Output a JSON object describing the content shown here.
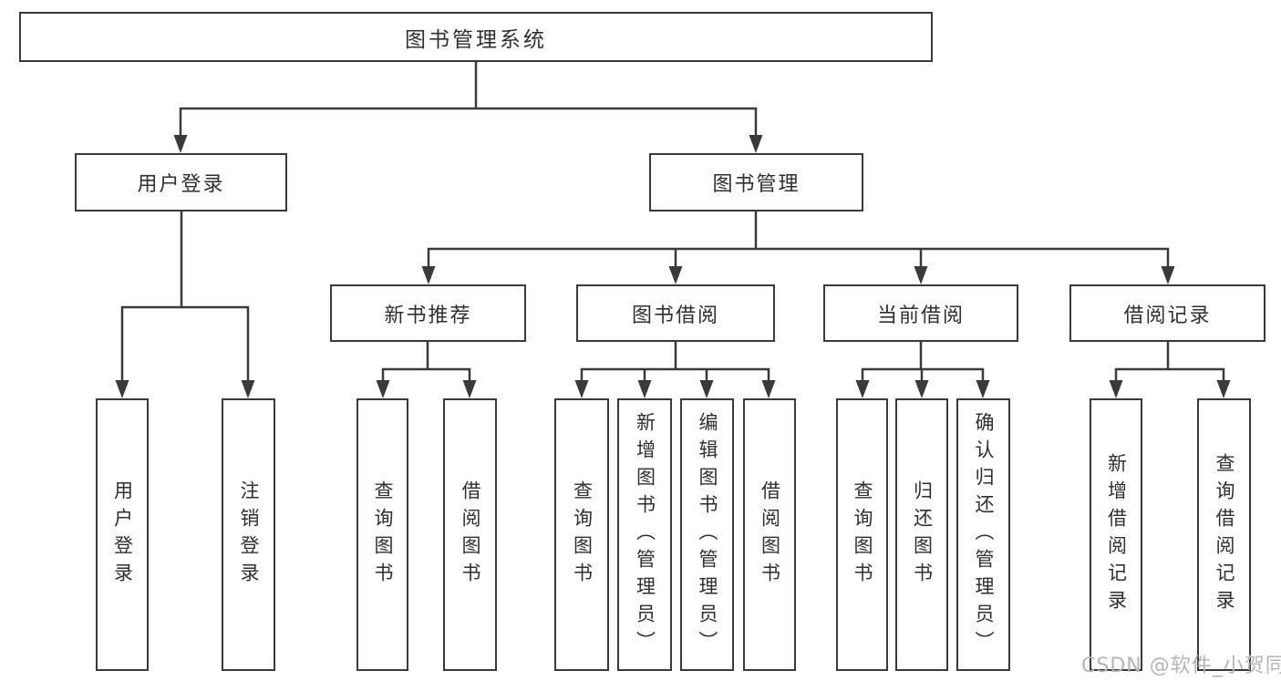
{
  "diagram": {
    "title": "图书管理系统",
    "branches": [
      {
        "label": "用户登录",
        "children": [
          {
            "label": "用户登录"
          },
          {
            "label": "注销登录"
          }
        ]
      },
      {
        "label": "图书管理",
        "children": [
          {
            "label": "新书推荐",
            "children": [
              {
                "label": "查询图书"
              },
              {
                "label": "借阅图书"
              }
            ]
          },
          {
            "label": "图书借阅",
            "children": [
              {
                "label": "查询图书"
              },
              {
                "label": "新增图书（管理员）"
              },
              {
                "label": "编辑图书（管理员）"
              },
              {
                "label": "借阅图书"
              }
            ]
          },
          {
            "label": "当前借阅",
            "children": [
              {
                "label": "查询图书"
              },
              {
                "label": "归还图书"
              },
              {
                "label": "确认归还（管理员）"
              }
            ]
          },
          {
            "label": "借阅记录",
            "children": [
              {
                "label": "新增借阅记录"
              },
              {
                "label": "查询借阅记录"
              }
            ]
          }
        ]
      }
    ]
  },
  "watermark": "CSDN @软件_小贺同学",
  "colors": {
    "line": "#3a3a3a",
    "text": "#2f2f2f",
    "watermark": "#b5b5b5",
    "background": "#ffffff"
  }
}
